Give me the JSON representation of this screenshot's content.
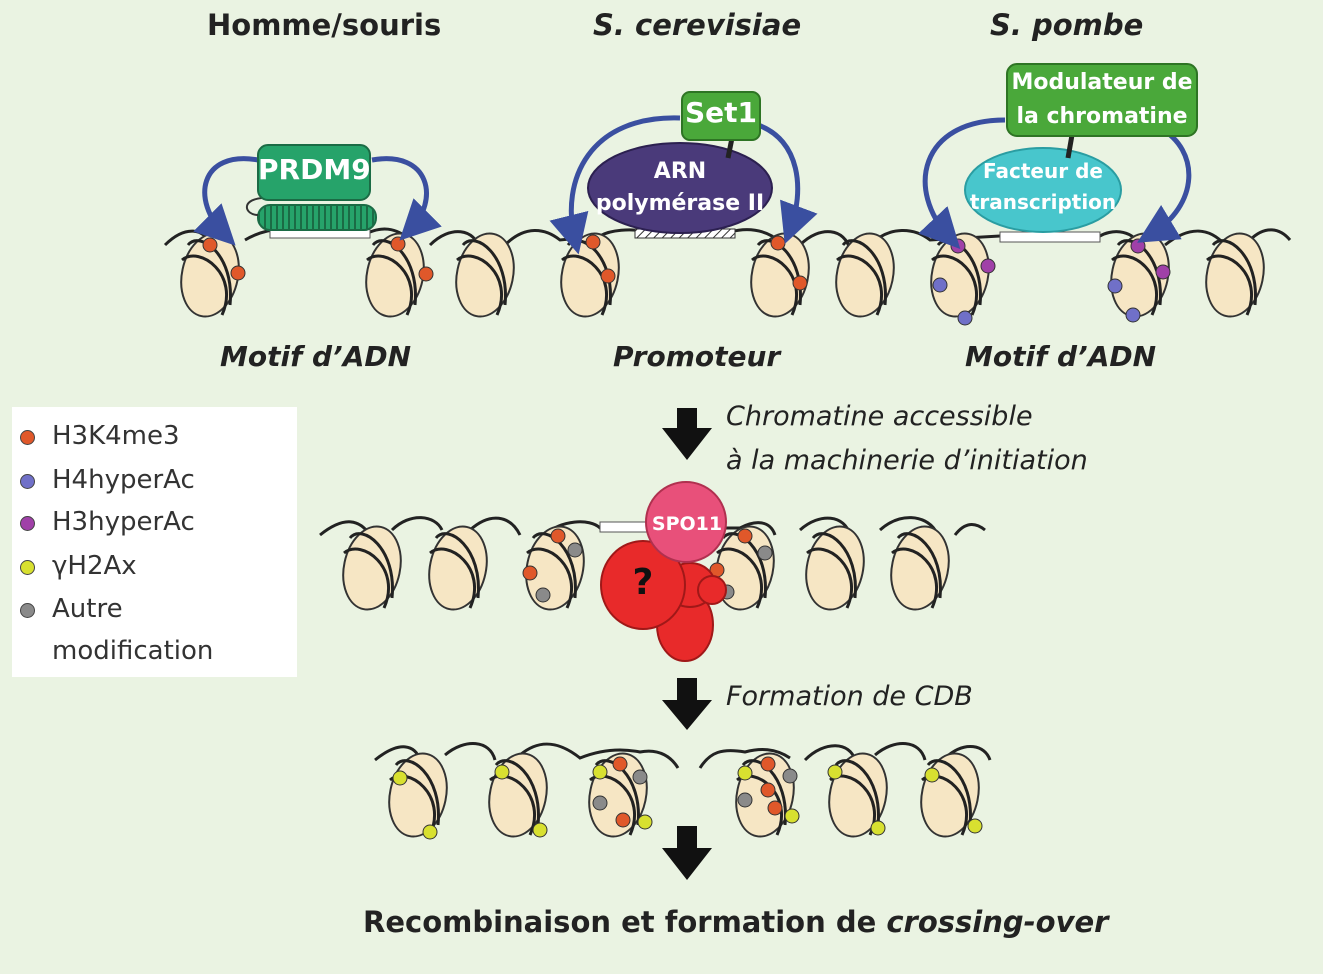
{
  "columns": [
    {
      "title": "Homme/souris",
      "italic": false
    },
    {
      "title": "S. cerevisiae",
      "italic": true
    },
    {
      "title": "S. pombe",
      "italic": true
    }
  ],
  "proteins": {
    "prdm9": "PRDM9",
    "set1": "Set1",
    "arn_line1": "ARN",
    "arn_line2": "polymérase II",
    "modulateur_line1": "Modulateur de",
    "modulateur_line2": "la chromatine",
    "facteur_line1": "Facteur de",
    "facteur_line2": "transcription",
    "spo11": "SPO11",
    "unknown": "?"
  },
  "site_labels": [
    "Motif d’ADN",
    "Promoteur",
    "Motif d’ADN"
  ],
  "steps": {
    "step1_line1": "Chromatine accessible",
    "step1_line2": "à la machinerie d’initiation",
    "step2": "Formation de CDB",
    "final_prefix": "Recombinaison et formation de ",
    "final_italic": "crossing-over"
  },
  "legend": [
    {
      "label": "H3K4me3",
      "color": "#e0582a"
    },
    {
      "label": "H4hyperAc",
      "color": "#7070c8"
    },
    {
      "label": "H3hyperAc",
      "color": "#a040a8"
    },
    {
      "label": "γH2Ax",
      "color": "#d8e030"
    },
    {
      "label": "Autre",
      "color": "#8a8a8a"
    },
    {
      "label": "modification",
      "color": ""
    }
  ],
  "colors": {
    "background": "#eaf3e2",
    "prdm9": "#26a36a",
    "set1": "#4aa83a",
    "rna_pol": "#4a3a7a",
    "facteur": "#48c6cc",
    "spo11": "#e8507a",
    "unknown": "#e82a2a",
    "arrow": "#3a4fa0",
    "nucleosome": "#f6e6c4"
  }
}
